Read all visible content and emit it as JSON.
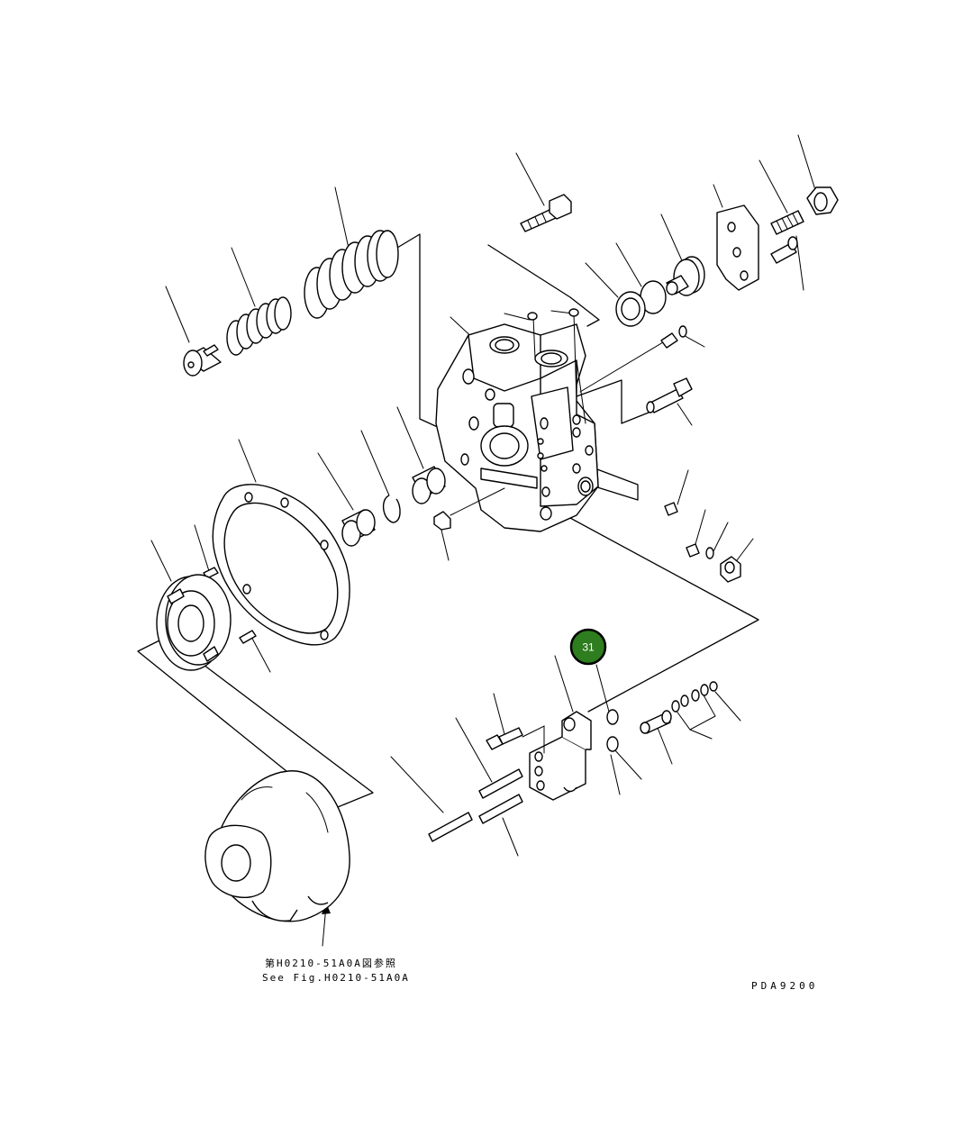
{
  "diagram": {
    "callouts": [
      {
        "label": "31",
        "color": "#2e7d1e"
      }
    ],
    "reference_note": {
      "line_jp": "第H0210-51A0A図参照",
      "line_en": "See Fig.H0210-51A0A"
    },
    "drawing_code": "PDA9200"
  }
}
